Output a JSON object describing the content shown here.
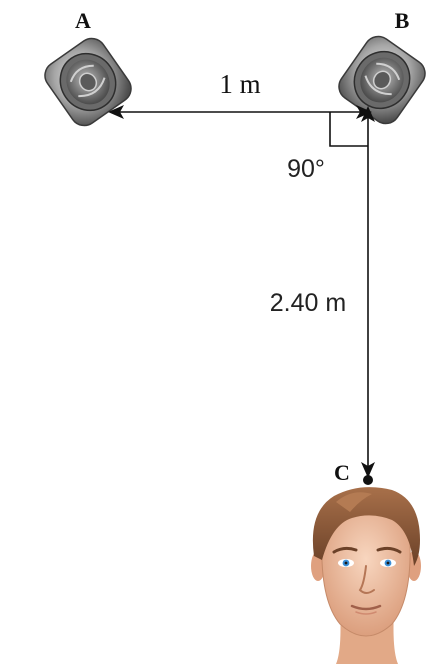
{
  "labels": {
    "speaker_a": "A",
    "speaker_b": "B",
    "listener": "C",
    "distance_ab": "1 m",
    "angle": "90°",
    "distance_bc": "2.40 m"
  },
  "icons": {
    "speaker_a": "loudspeaker-icon",
    "speaker_b": "loudspeaker-icon",
    "listener": "person-head-icon"
  },
  "colors": {
    "line": "#111111",
    "speaker_body": "#8a8a8a",
    "skin": "#f2c4a6",
    "hair": "#8a5a3a",
    "eyes": "#3a8fd8"
  }
}
